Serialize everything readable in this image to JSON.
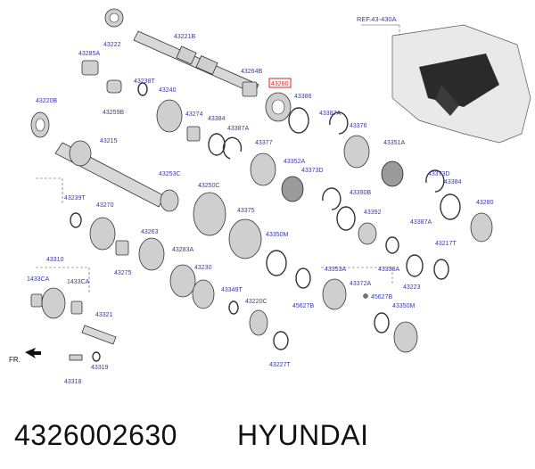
{
  "diagram": {
    "reference": "REF.43-430A",
    "highlighted_part": "43260",
    "front_marker": "FR.",
    "parts": [
      "43222",
      "43221B",
      "43285A",
      "43264B",
      "43238T",
      "43240",
      "43260",
      "43386",
      "43259B",
      "43220B",
      "43274",
      "43384",
      "43387A",
      "43376",
      "43215",
      "43377",
      "43387A",
      "43352A",
      "43351A",
      "43373D",
      "43373D",
      "43253C",
      "43250C",
      "43384",
      "43239T",
      "43270",
      "43390B",
      "43280",
      "43375",
      "43392",
      "43387A",
      "43263",
      "43217T",
      "43350M",
      "43283A",
      "43338A",
      "43310",
      "43275",
      "43353A",
      "43223",
      "1433CA",
      "1433CA",
      "43230",
      "43349T",
      "43372A",
      "43220C",
      "45627B",
      "45627B",
      "43350M",
      "43321",
      "43227T",
      "43319",
      "43318"
    ]
  },
  "caption": {
    "part_number": "4326002630",
    "brand": "HYUNDAI"
  }
}
